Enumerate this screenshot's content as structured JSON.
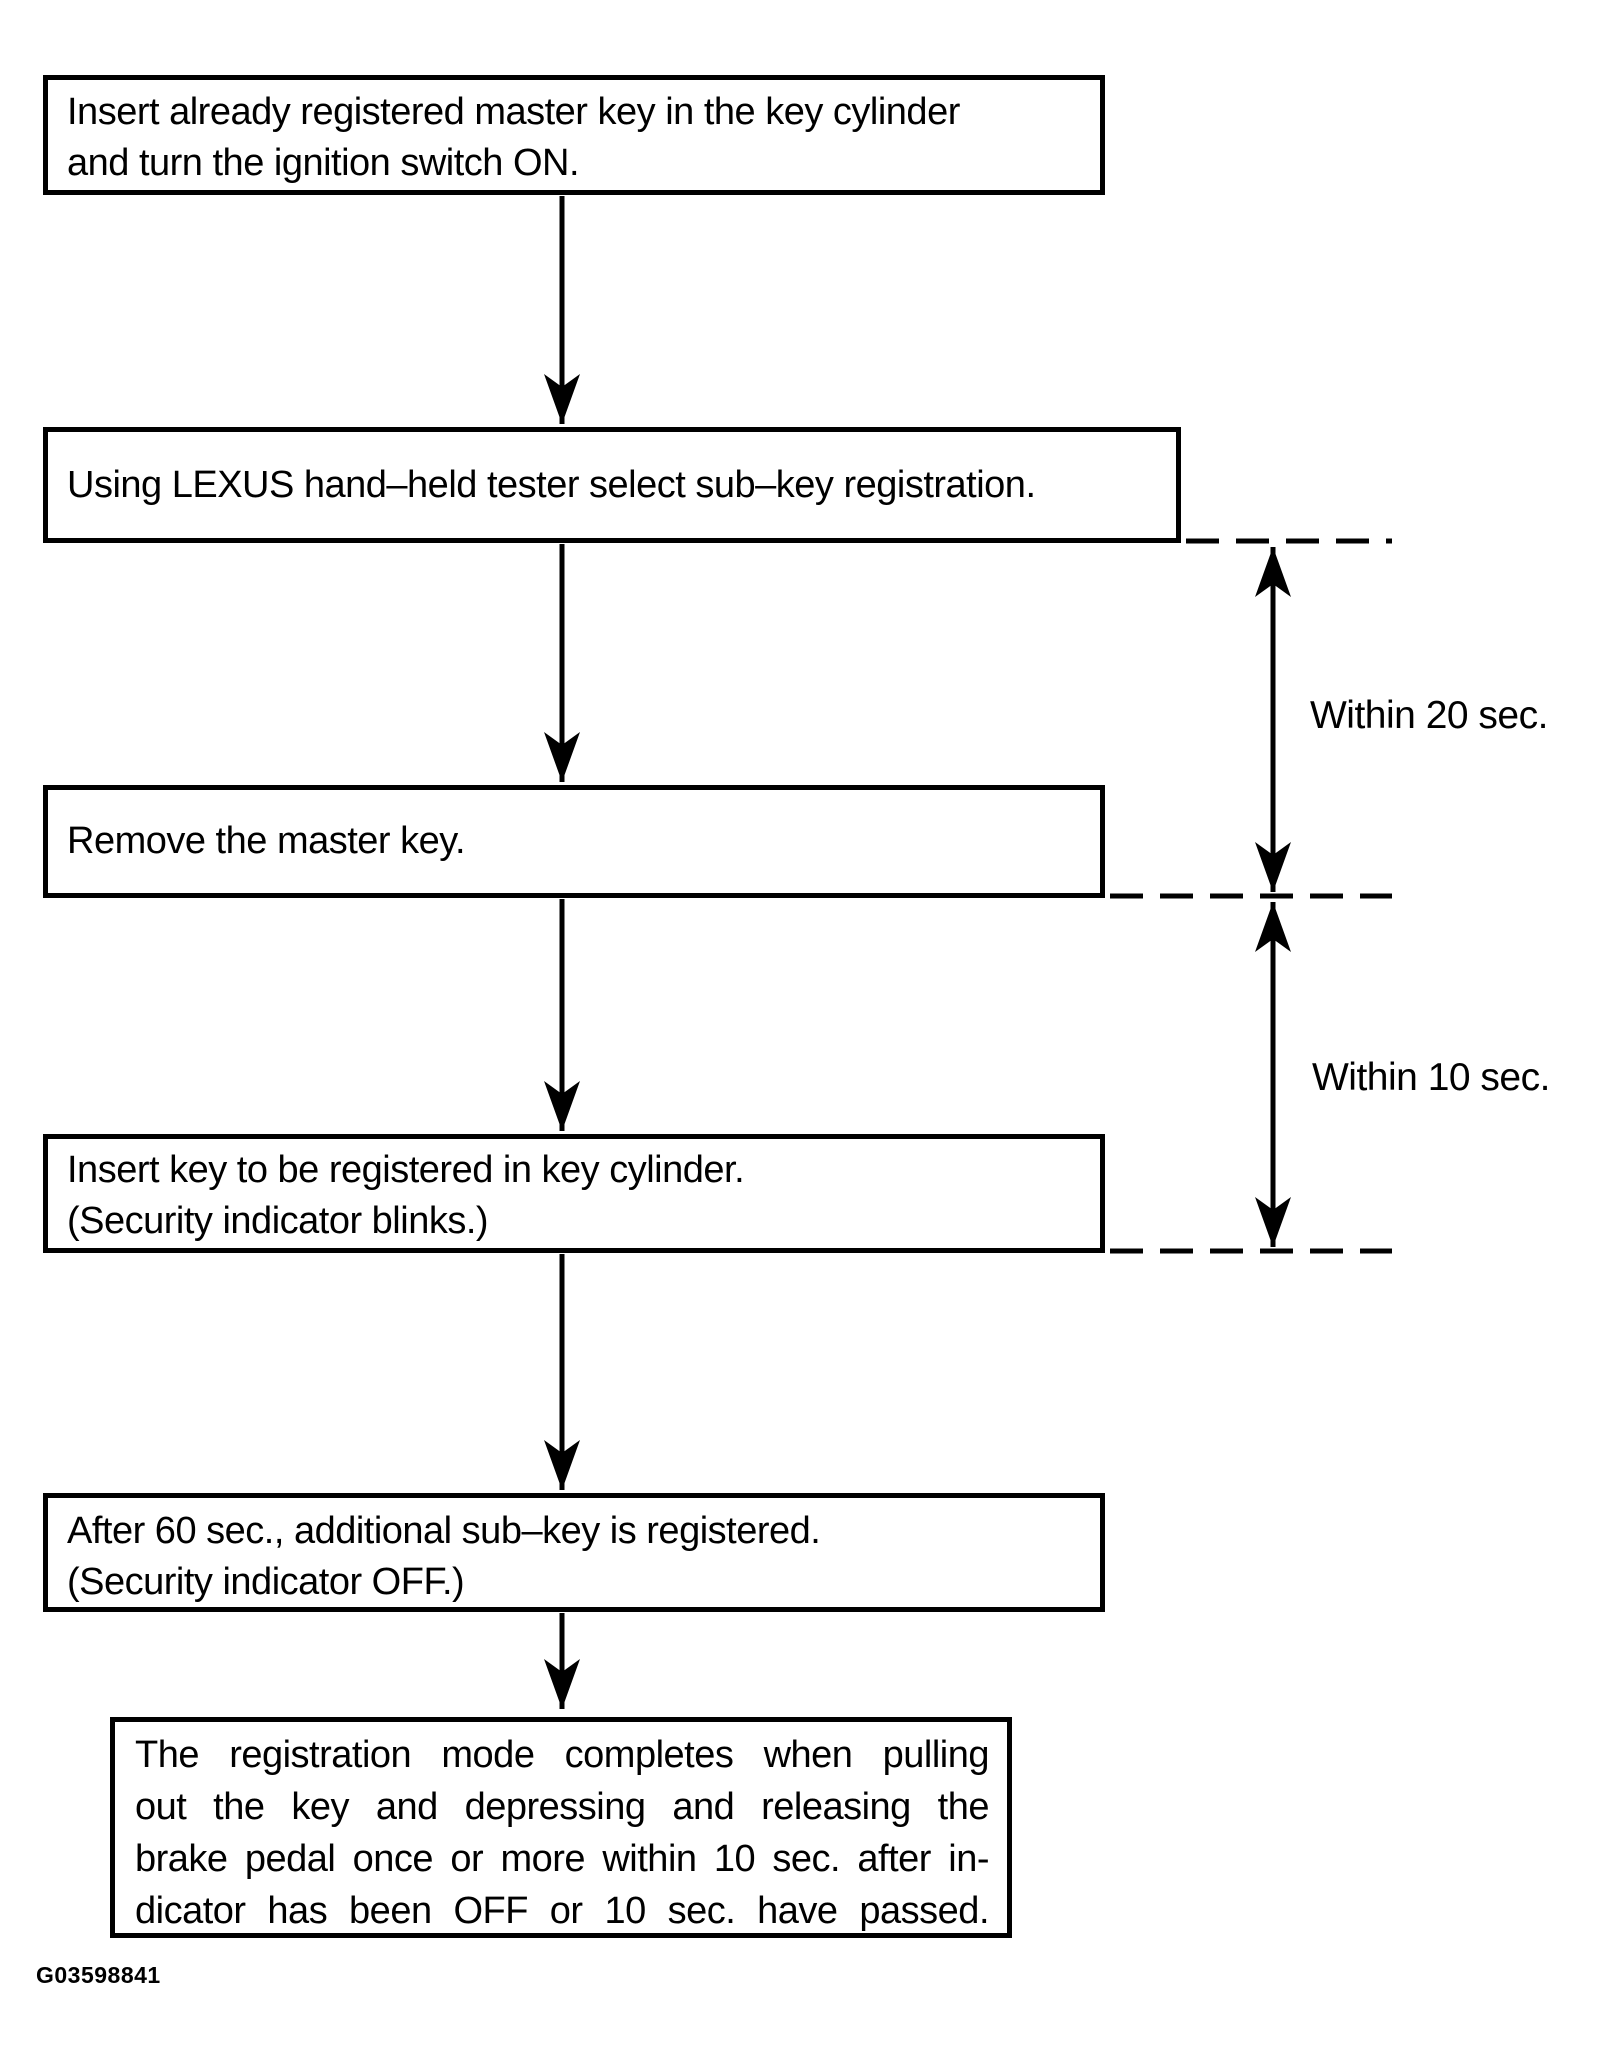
{
  "figure": {
    "code": "G03598841",
    "colors": {
      "ink": "#000000",
      "background": "#ffffff"
    }
  },
  "flowchart": {
    "boxes": [
      {
        "id": "step-1",
        "lines": [
          "Insert already registered master key in the key cylinder",
          "and turn the ignition switch ON."
        ]
      },
      {
        "id": "step-2",
        "lines": [
          "Using LEXUS hand–held tester select sub–key registration."
        ]
      },
      {
        "id": "step-3",
        "lines": [
          "Remove the master key."
        ]
      },
      {
        "id": "step-4",
        "lines": [
          "Insert key to be registered in key cylinder.",
          "(Security indicator blinks.)"
        ]
      },
      {
        "id": "step-5",
        "lines": [
          "After 60 sec., additional sub–key is registered.",
          "(Security indicator OFF.)"
        ]
      },
      {
        "id": "step-6",
        "lines": [
          "The registration mode completes when pulling",
          "out the key and depressing and releasing the",
          "brake pedal once or more within 10 sec. after in-",
          "dicator has been OFF or 10 sec. have passed."
        ]
      }
    ],
    "timing_labels": [
      {
        "id": "within-20-sec",
        "text": "Within 20 sec."
      },
      {
        "id": "within-10-sec",
        "text": "Within 10 sec."
      }
    ]
  }
}
